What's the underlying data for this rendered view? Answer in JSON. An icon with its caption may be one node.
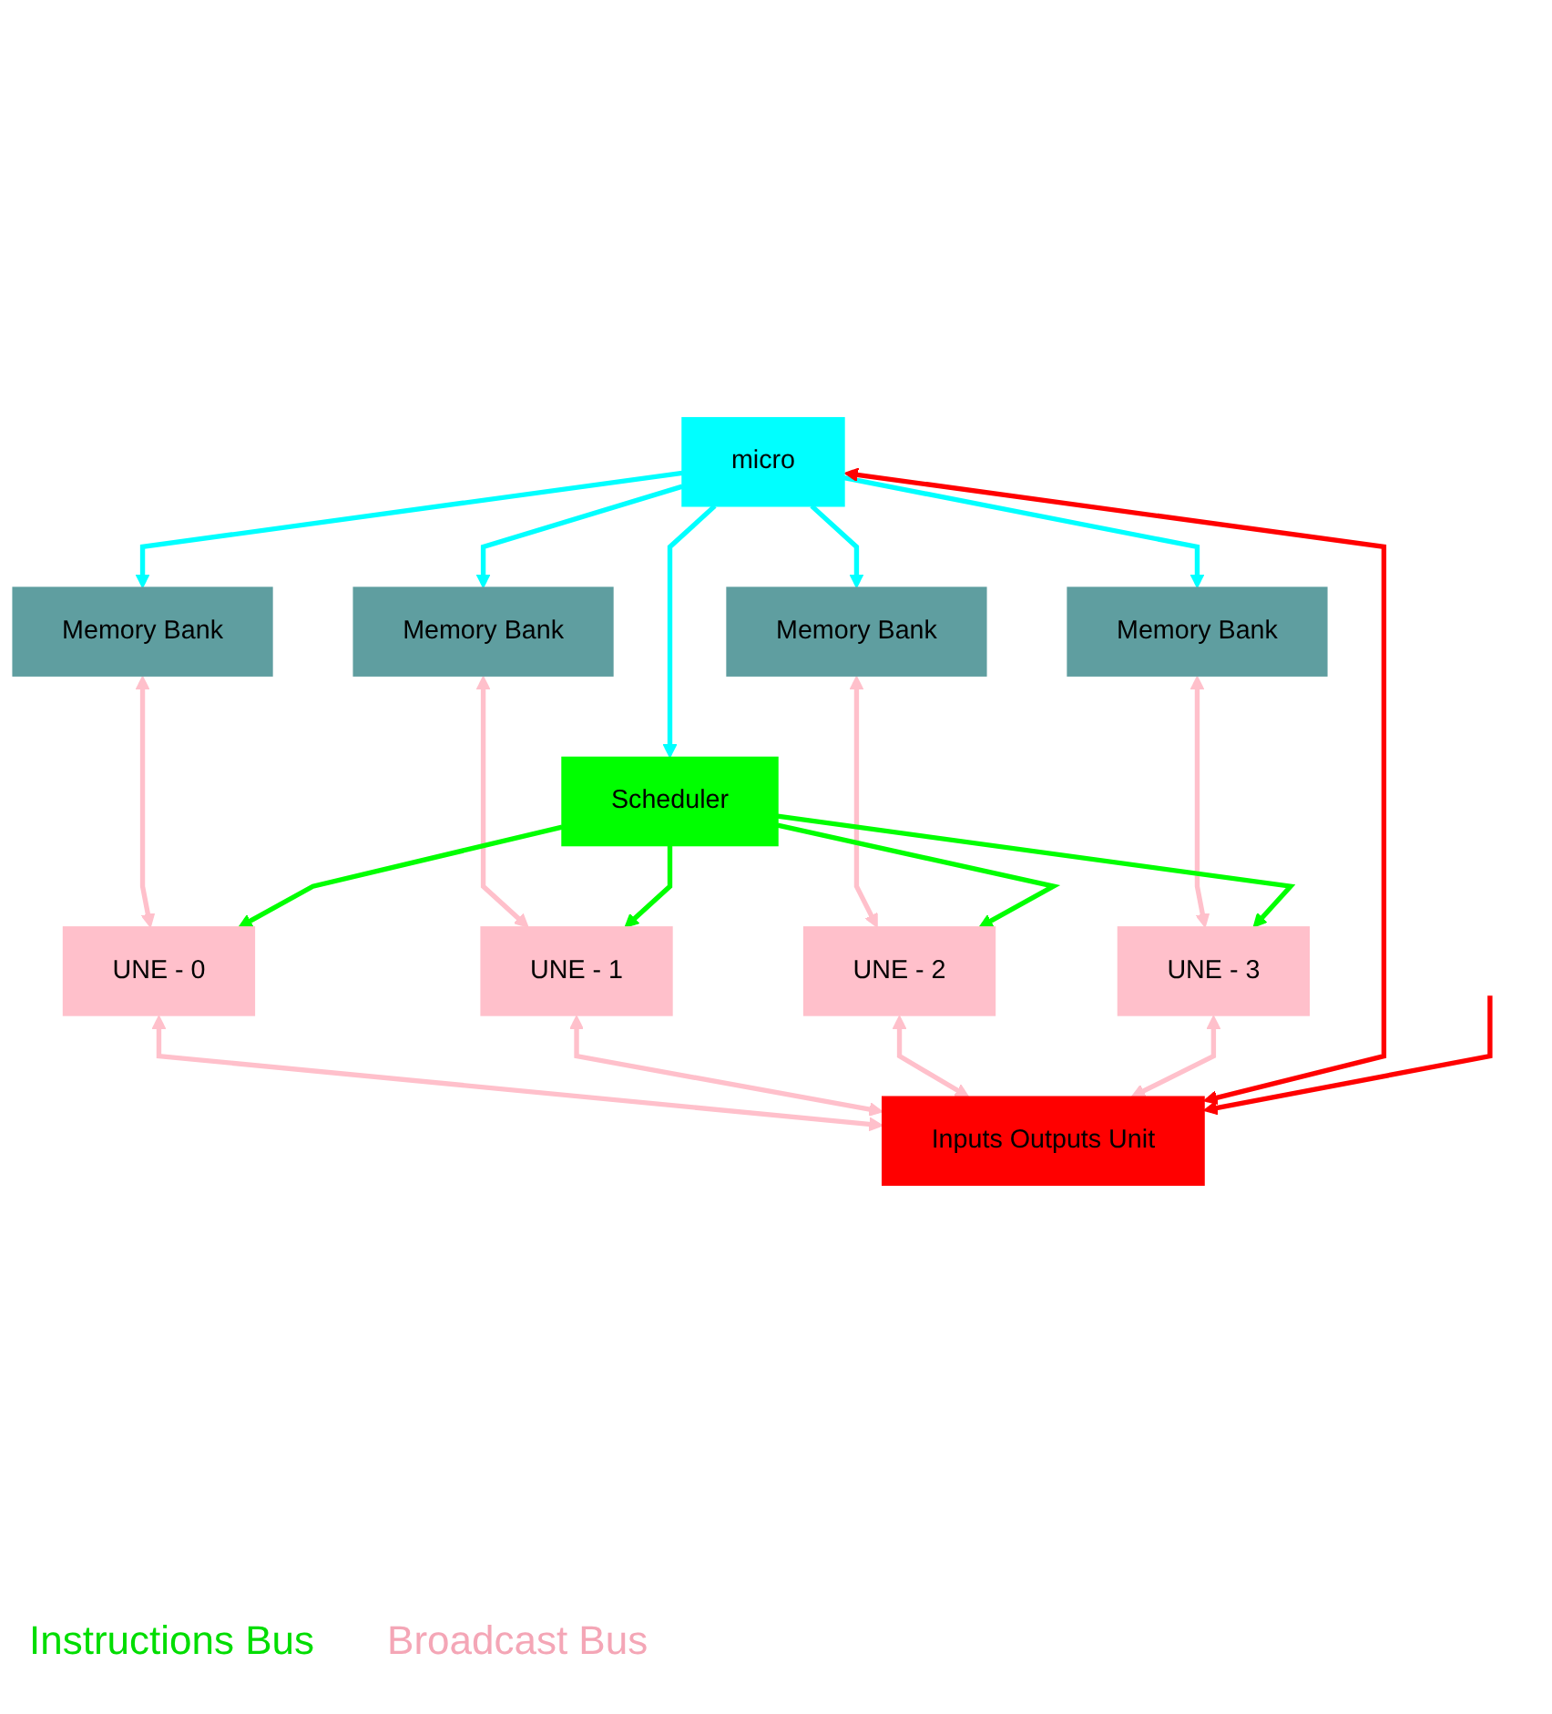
{
  "diagram": {
    "nodes": [
      {
        "text": [
          "micro"
        ]
      },
      {
        "text": [
          "Memory Bank"
        ]
      },
      {
        "text": [
          "Memory Bank"
        ]
      },
      {
        "text": [
          "Memory Bank"
        ]
      },
      {
        "text": [
          "Memory Bank"
        ]
      },
      {
        "text": [
          "Scheduler"
        ]
      },
      {
        "text": [
          "UNE - 0"
        ]
      },
      {
        "text": [
          "UNE - 1"
        ]
      },
      {
        "text": [
          "UNE - 2"
        ]
      },
      {
        "text": [
          "UNE - 3"
        ]
      },
      {
        "text": [
          "Inputs Outputs Unit"
        ]
      }
    ],
    "edges": [
      {
        "from": 0,
        "to": 1,
        "arrow": "to",
        "color": "#00ffff"
      },
      {
        "from": 0,
        "to": 2,
        "arrow": "to",
        "color": "#00ffff"
      },
      {
        "from": 0,
        "to": 3,
        "arrow": "to",
        "color": "#00ffff"
      },
      {
        "from": 0,
        "to": 4,
        "arrow": "to",
        "color": "#00ffff"
      },
      {
        "from": 0,
        "to": 5,
        "arrow": "to",
        "color": "#00ffff"
      },
      {
        "from": 1,
        "to": 6,
        "arrow": "both"
      },
      {
        "from": 2,
        "to": 7,
        "arrow": "both"
      },
      {
        "from": 3,
        "to": 8,
        "arrow": "both"
      },
      {
        "from": 4,
        "to": 9,
        "arrow": "both"
      },
      {
        "from": 5,
        "to": 6,
        "arrow": "to",
        "color": "#00ff00"
      },
      {
        "from": 5,
        "to": 7,
        "arrow": "to",
        "color": "#00ff00"
      },
      {
        "from": 5,
        "to": 8,
        "arrow": "to",
        "color": "#00ff00"
      },
      {
        "from": 5,
        "to": 9,
        "arrow": "to",
        "color": "#00ff00"
      },
      {
        "from": 6,
        "to": 10,
        "arrow": "both"
      },
      {
        "from": 7,
        "to": 10,
        "arrow": "both"
      },
      {
        "from": 8,
        "to": 10,
        "arrow": "both"
      },
      {
        "from": 9,
        "to": 10,
        "arrow": "both"
      },
      {
        "from": 0,
        "to": 10,
        "arrow": "both",
        "color": "#ff0000"
      },
      {
        "from": null,
        "to": 10,
        "arrow": "to",
        "color": "#ff0000"
      }
    ],
    "labels": [
      "Instructions Bus",
      "Broadcast Bus"
    ]
  }
}
